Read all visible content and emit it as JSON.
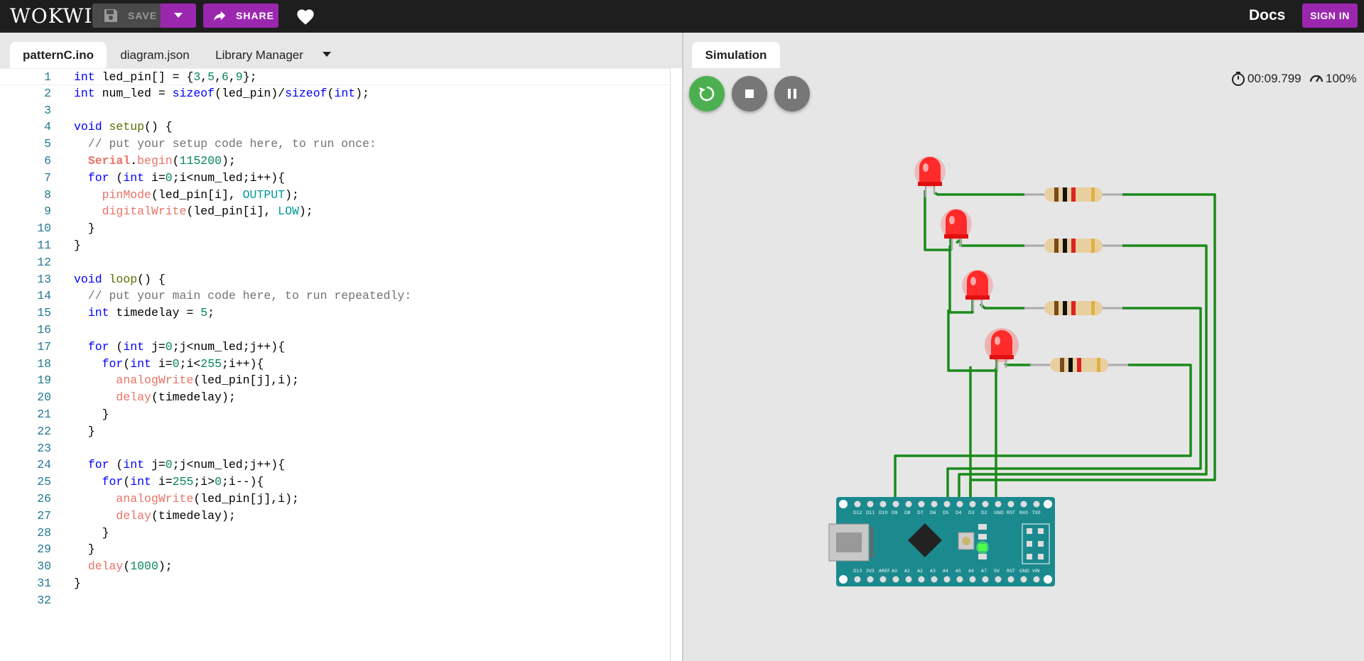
{
  "app": {
    "logo": "WOKWI",
    "save_label": "SAVE",
    "share_label": "SHARE",
    "docs_label": "Docs",
    "signin_label": "SIGN IN",
    "accent_color": "#9b27af"
  },
  "editor": {
    "tabs": [
      {
        "label": "patternC.ino"
      },
      {
        "label": "diagram.json"
      },
      {
        "label": "Library Manager"
      }
    ],
    "lines": [
      {
        "n": "1"
      },
      {
        "n": "2"
      },
      {
        "n": "3"
      },
      {
        "n": "4"
      },
      {
        "n": "5"
      },
      {
        "n": "6"
      },
      {
        "n": "7"
      },
      {
        "n": "8"
      },
      {
        "n": "9"
      },
      {
        "n": "10"
      },
      {
        "n": "11"
      },
      {
        "n": "12"
      },
      {
        "n": "13"
      },
      {
        "n": "14"
      },
      {
        "n": "15"
      },
      {
        "n": "16"
      },
      {
        "n": "17"
      },
      {
        "n": "18"
      },
      {
        "n": "19"
      },
      {
        "n": "20"
      },
      {
        "n": "21"
      },
      {
        "n": "22"
      },
      {
        "n": "23"
      },
      {
        "n": "24"
      },
      {
        "n": "25"
      },
      {
        "n": "26"
      },
      {
        "n": "27"
      },
      {
        "n": "28"
      },
      {
        "n": "29"
      },
      {
        "n": "30"
      },
      {
        "n": "31"
      },
      {
        "n": "32"
      }
    ],
    "code": [
      "int led_pin[] = {3,5,6,9};",
      "int num_led = sizeof(led_pin)/sizeof(int);",
      "",
      "void setup() {",
      "  // put your setup code here, to run once:",
      "  Serial.begin(115200);",
      "  for (int i=0;i<num_led;i++){",
      "    pinMode(led_pin[i], OUTPUT);",
      "    digitalWrite(led_pin[i], LOW);",
      "  }",
      "}",
      "",
      "void loop() {",
      "  // put your main code here, to run repeatedly:",
      "  int timedelay = 5;",
      "",
      "  for (int j=0;j<num_led;j++){",
      "    for(int i=0;i<255;i++){",
      "      analogWrite(led_pin[j],i);",
      "      delay(timedelay);",
      "    }",
      "  }",
      "",
      "  for (int j=0;j<num_led;j++){",
      "    for(int i=255;i>0;i--){",
      "      analogWrite(led_pin[j],i);",
      "      delay(timedelay);",
      "    }",
      "  }",
      "  delay(1000);",
      "}",
      ""
    ]
  },
  "simulation": {
    "tab_label": "Simulation",
    "timer": "00:09.799",
    "speed": "100%",
    "board_pins_top": [
      "D12",
      "D11",
      "D10",
      "D9",
      "D8",
      "D7",
      "D6",
      "D5",
      "D4",
      "D3",
      "D2",
      "GND",
      "RST",
      "RX0",
      "TX0"
    ],
    "board_pins_bottom": [
      "D13",
      "3V3",
      "AREF",
      "A0",
      "A1",
      "A2",
      "A3",
      "A4",
      "A5",
      "A6",
      "A7",
      "5V",
      "RST",
      "GND",
      "VIN"
    ],
    "led_color": "#ff2a2a",
    "wire_color": "#1a8a1a"
  }
}
